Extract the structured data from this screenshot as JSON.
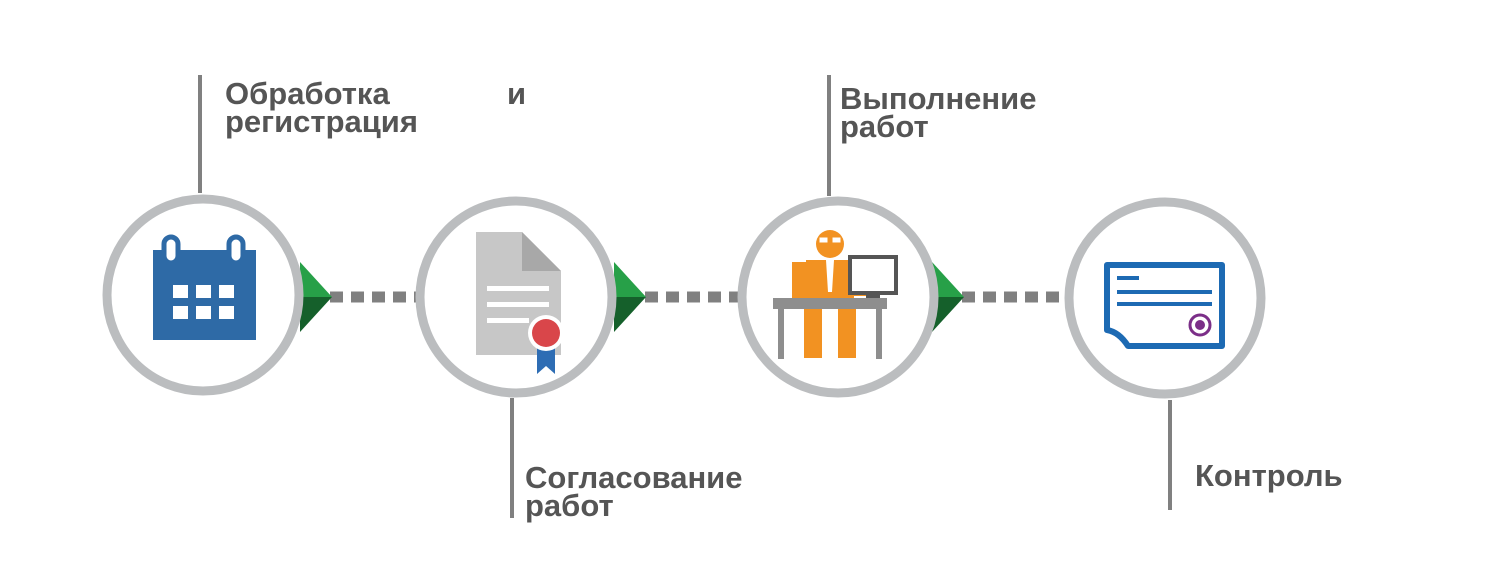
{
  "steps": [
    {
      "line1": "Обработка",
      "line1b": "и",
      "line2": "регистрация",
      "icon": "calendar-icon"
    },
    {
      "line1": "Согласование",
      "line2": "работ",
      "icon": "certificate-document-icon"
    },
    {
      "line1": "Выполнение",
      "line2": "работ",
      "icon": "worker-at-computer-icon"
    },
    {
      "line1": "Контроль",
      "icon": "card-icon"
    }
  ],
  "colors": {
    "ring": "#bbbdbf",
    "connector": "#808080",
    "text": "#555555",
    "arrow_light": "#27a048",
    "arrow_dark": "#15602b",
    "calendar": "#2e6aa6",
    "document": "#c7c7c7",
    "seal": "#d9464a",
    "ribbon": "#2e6db4",
    "worker": "#f29222",
    "card": "#1d6ab3",
    "dot": "#7b2f88"
  }
}
